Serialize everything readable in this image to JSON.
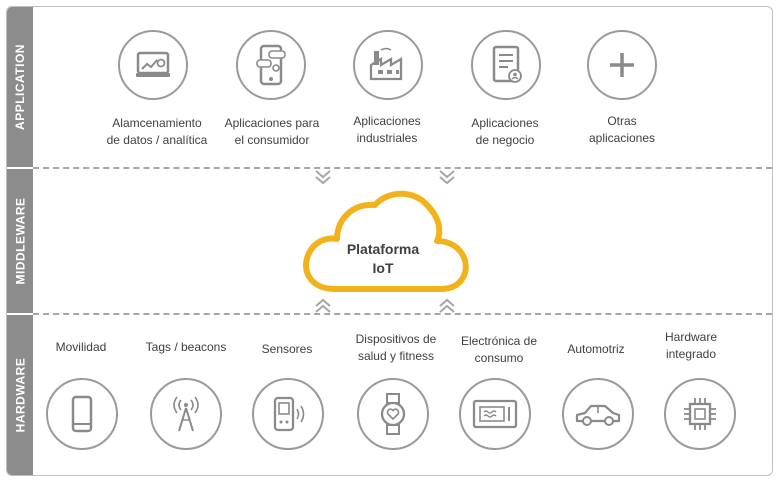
{
  "layers": {
    "application": "APPLICATION",
    "middleware": "MIDDLEWARE",
    "hardware": "HARDWARE"
  },
  "application_items": [
    {
      "label": "Alamcenamiento\nde datos / analítica",
      "icon": "monitor-chart-icon"
    },
    {
      "label": "Aplicaciones para\nel consumidor",
      "icon": "smartphone-chat-icon"
    },
    {
      "label": "Aplicaciones\nindustriales",
      "icon": "factory-icon"
    },
    {
      "label": "Aplicaciones\nde negocio",
      "icon": "tablet-checklist-icon"
    },
    {
      "label": "Otras\naplicaciones",
      "icon": "plus-icon"
    }
  ],
  "middleware": {
    "cloud_label": "Plataforma\nIoT",
    "cloud_color": "#f2b21b"
  },
  "hardware_items": [
    {
      "label": "Movilidad",
      "icon": "mobile-phone-icon"
    },
    {
      "label": "Tags / beacons",
      "icon": "beacon-antenna-icon"
    },
    {
      "label": "Sensores",
      "icon": "sensor-device-icon"
    },
    {
      "label": "Dispositivos de\nsalud y fitness",
      "icon": "smartwatch-heart-icon"
    },
    {
      "label": "Electrónica de\nconsumo",
      "icon": "appliance-display-icon"
    },
    {
      "label": "Automotriz",
      "icon": "car-icon"
    },
    {
      "label": "Hardware\nintegrado",
      "icon": "chip-icon"
    }
  ],
  "colors": {
    "sidebar": "#8c8c8c",
    "icon_stroke": "#9a9a9a",
    "accent": "#f2b21b"
  }
}
